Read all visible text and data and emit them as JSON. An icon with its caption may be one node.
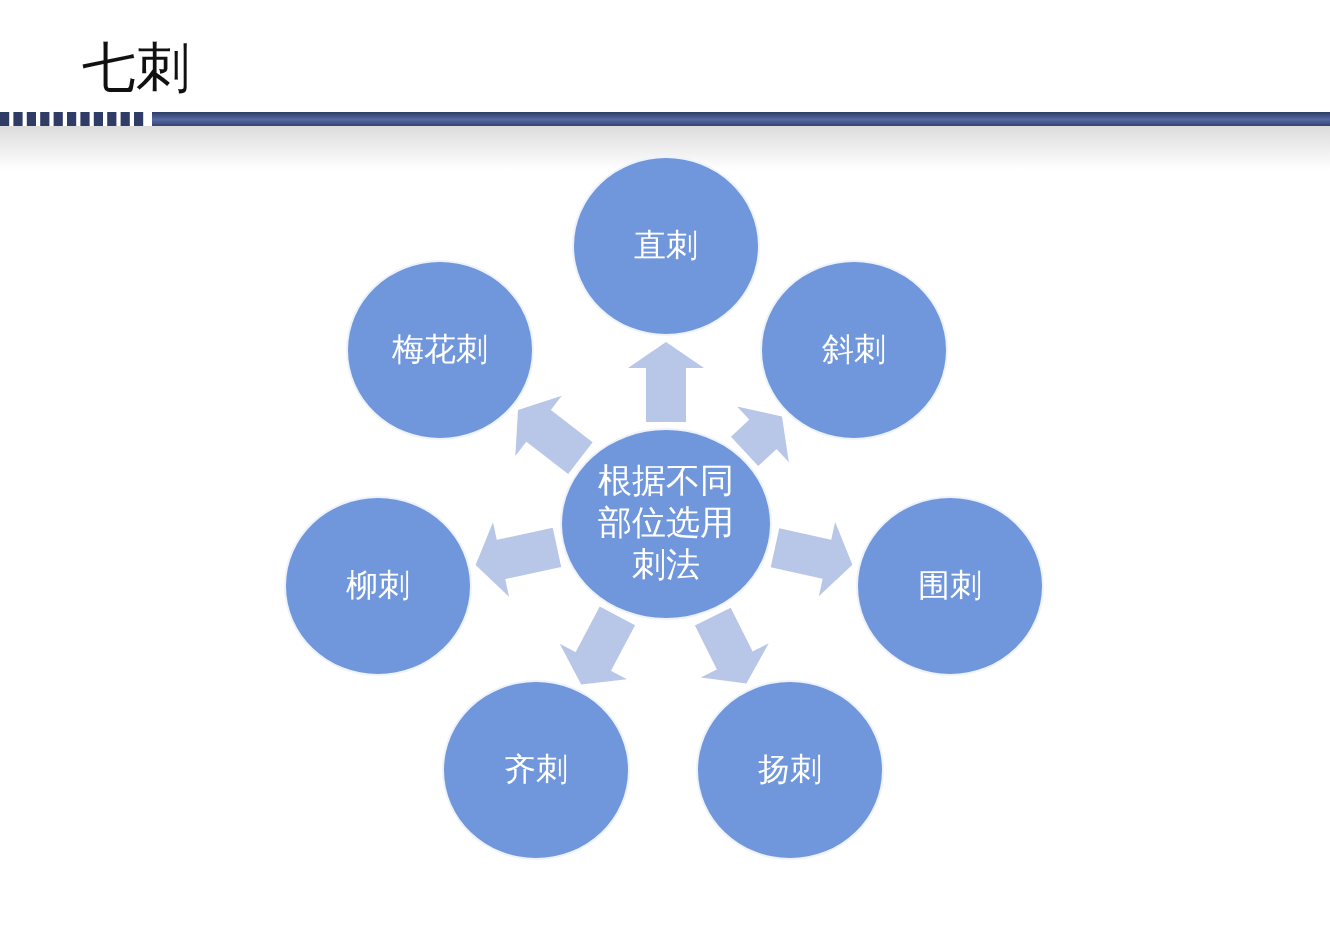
{
  "diagram": {
    "title": "七刺",
    "nodes": [
      {
        "text": [
          "根据不同部位选用刺法"
        ]
      },
      {
        "text": [
          "直刺"
        ]
      },
      {
        "text": [
          "斜刺"
        ]
      },
      {
        "text": [
          "围刺"
        ]
      },
      {
        "text": [
          "扬刺"
        ]
      },
      {
        "text": [
          "齐刺"
        ]
      },
      {
        "text": [
          "柳刺"
        ]
      },
      {
        "text": [
          "梅花刺"
        ]
      }
    ],
    "edges": [
      {
        "from": 0,
        "to": 1,
        "arrow": "to"
      },
      {
        "from": 0,
        "to": 2,
        "arrow": "to"
      },
      {
        "from": 0,
        "to": 3,
        "arrow": "to"
      },
      {
        "from": 0,
        "to": 4,
        "arrow": "to"
      },
      {
        "from": 0,
        "to": 5,
        "arrow": "to"
      },
      {
        "from": 0,
        "to": 6,
        "arrow": "to"
      },
      {
        "from": 0,
        "to": 7,
        "arrow": "to"
      }
    ]
  }
}
